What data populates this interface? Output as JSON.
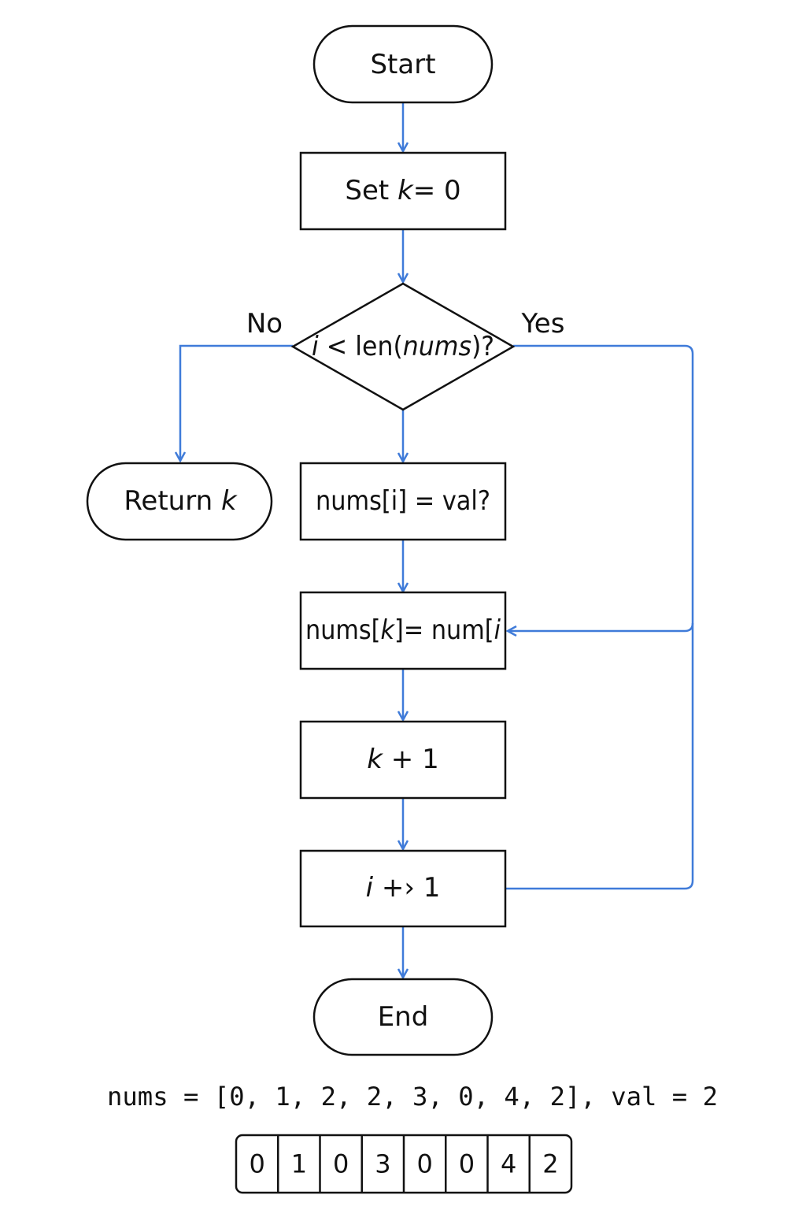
{
  "colors": {
    "edge": "#3f7bd9",
    "shape_stroke": "#111111",
    "background": "#ffffff"
  },
  "nodes": {
    "start": "Start",
    "set_k": {
      "prefix": "Set ",
      "var": "k",
      "suffix": "= 0"
    },
    "decision": {
      "var_i": "i",
      "middle": " < len(",
      "var_nums": "nums",
      "suffix": ")?"
    },
    "return_k": {
      "prefix": "Return ",
      "var": "k"
    },
    "check": "nums[i] = val?",
    "assign": {
      "prefix": "nums[",
      "var_k": "k",
      "middle": "]= num[",
      "var_i": "i"
    },
    "increment_k": {
      "var": "k",
      "suffix": " + 1"
    },
    "increment_i": {
      "var": "i",
      "suffix": " +› 1"
    },
    "end": "End"
  },
  "branches": {
    "no": "No",
    "yes": "Yes"
  },
  "example": {
    "caption": "nums = [0, 1, 2, 2, 3, 0, 4, 2], val = 2",
    "cells": [
      "0",
      "1",
      "0",
      "3",
      "0",
      "0",
      "4",
      "2"
    ]
  }
}
